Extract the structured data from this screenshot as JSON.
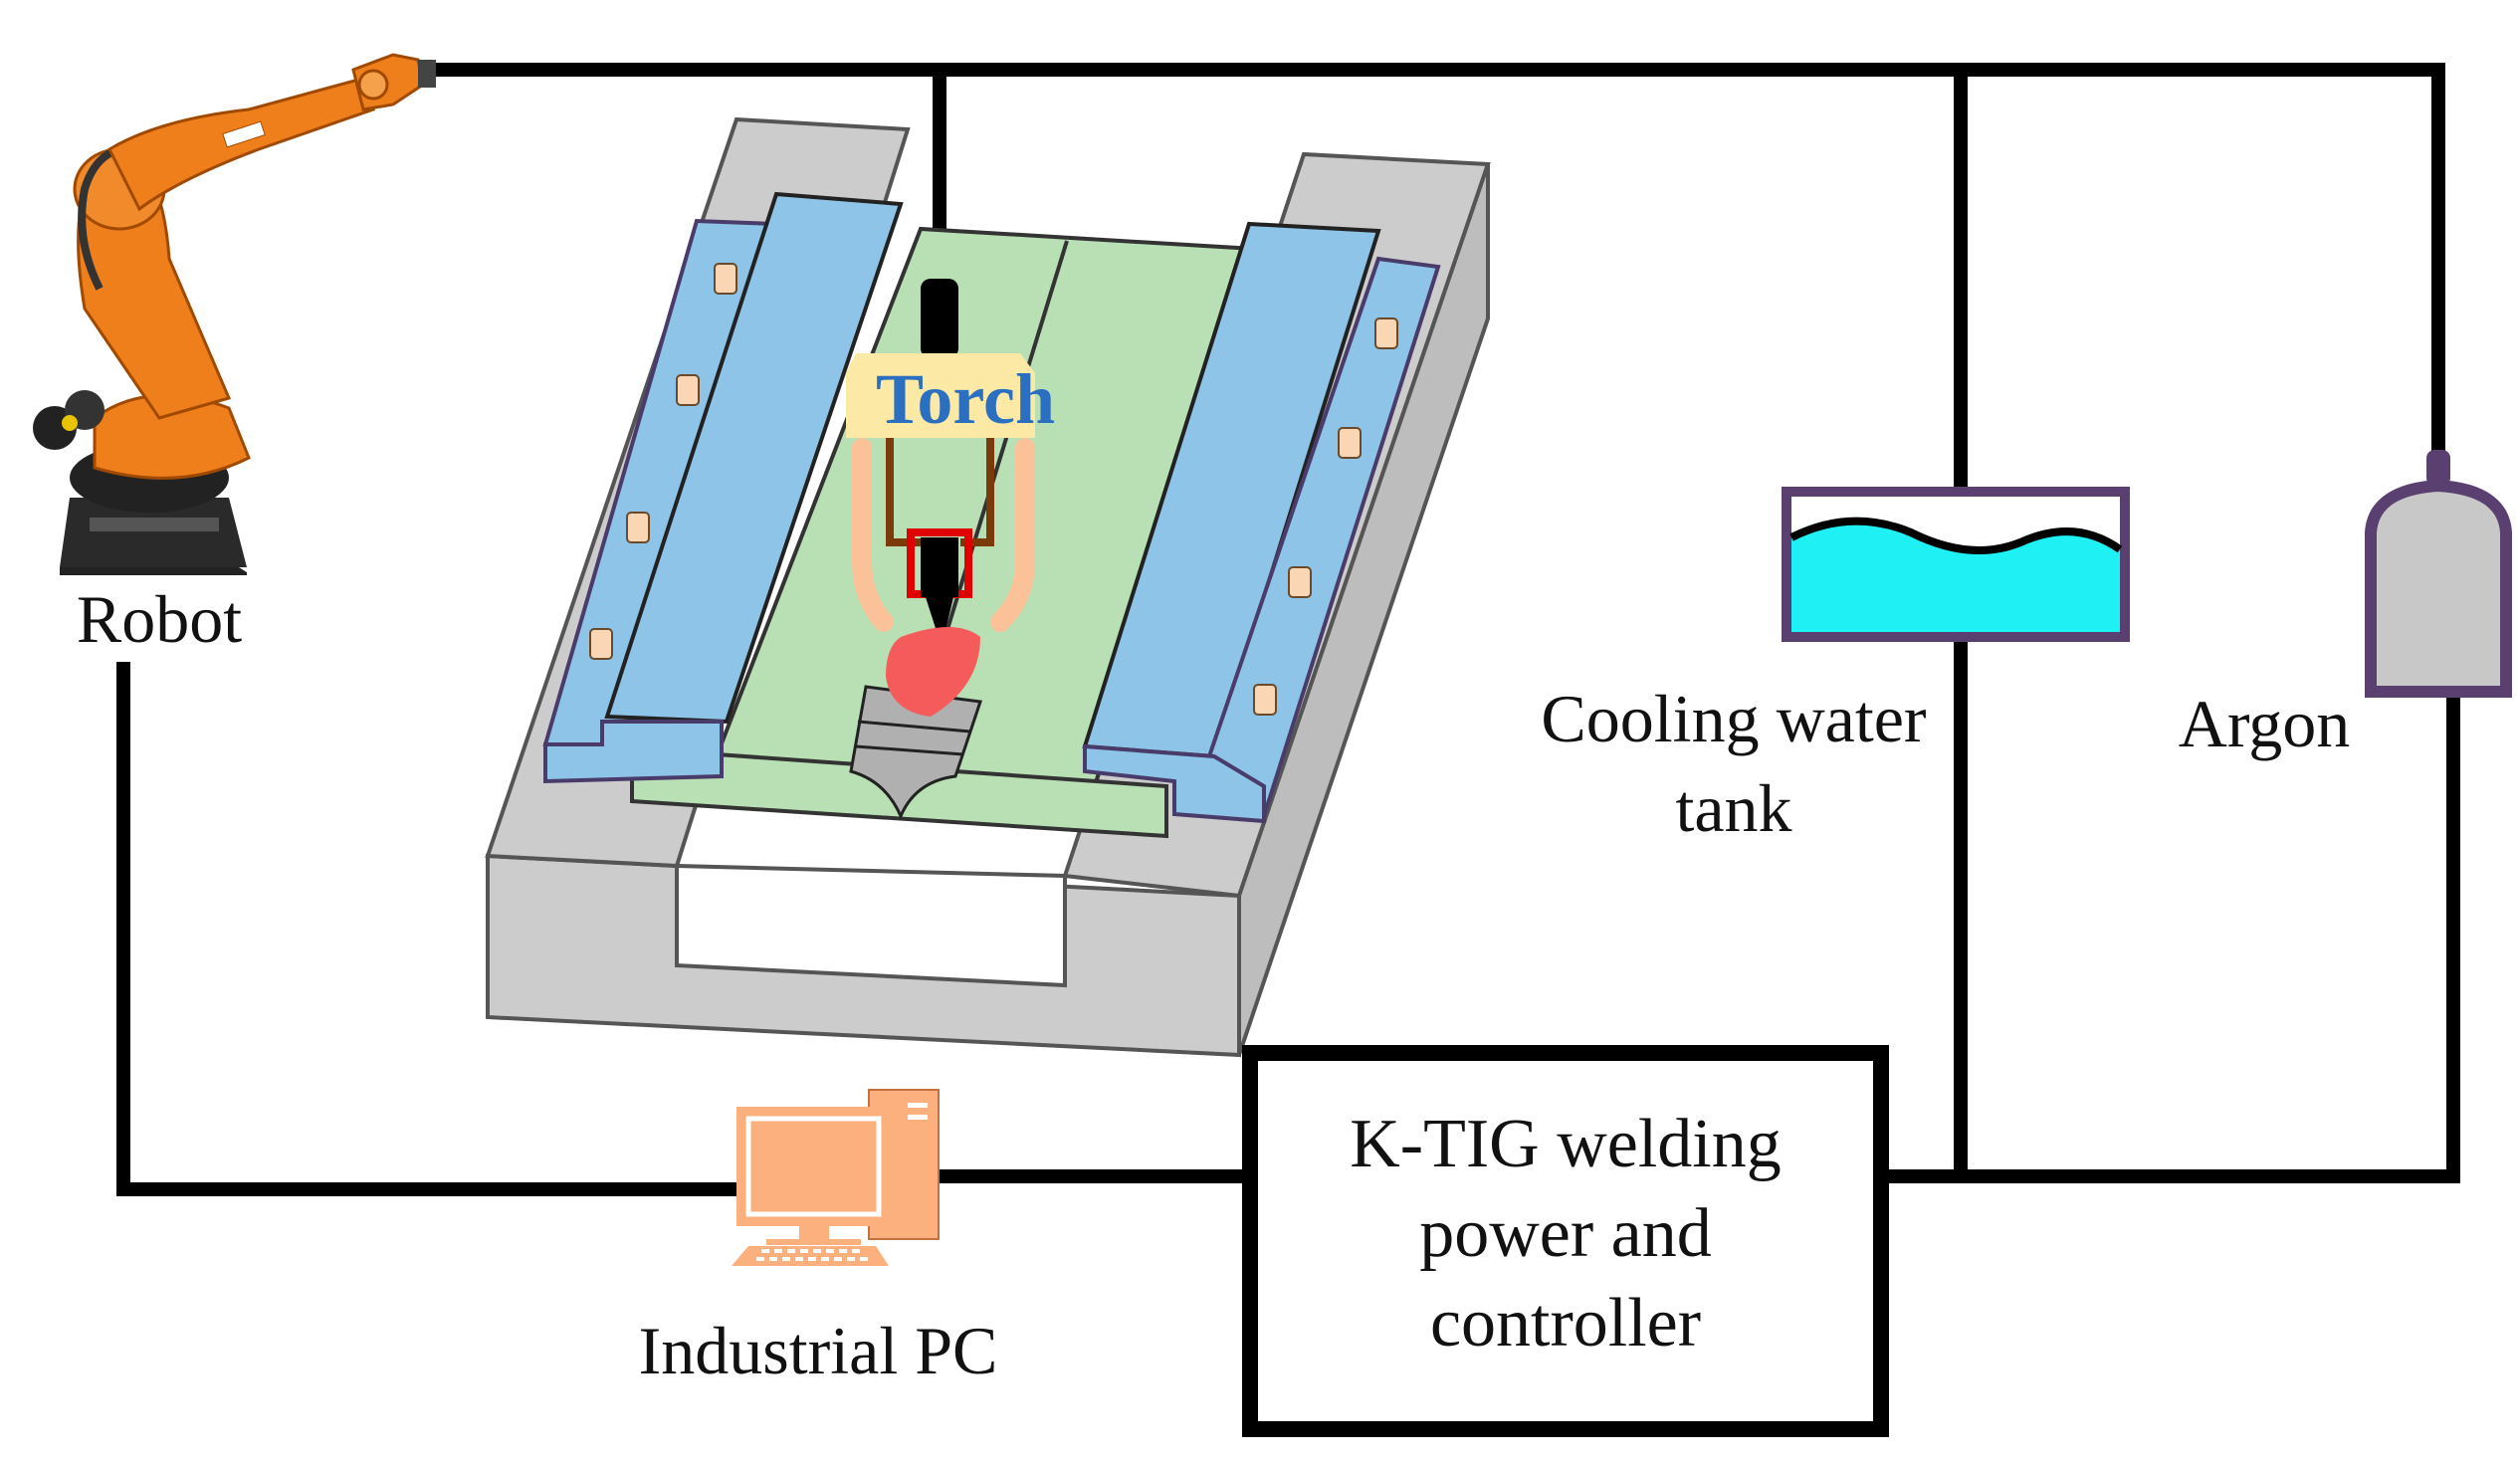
{
  "labels": {
    "robot": "Robot",
    "torch": "Torch",
    "cooling_line1": "Cooling water",
    "cooling_line2": "tank",
    "argon": "Argon",
    "industrial_pc": "Industrial PC",
    "controller_line1": "K-TIG welding",
    "controller_line2": "power and",
    "controller_line3": "controller"
  },
  "colors": {
    "wire": "#000000",
    "fixture_frame": "#cccccc",
    "fixture_clamp": "#8ec4e8",
    "workpiece": "#b9e0b4",
    "torch_box": "#fde9a6",
    "torch_text": "#2a6fc0",
    "weld_pool": "#f55b5b",
    "water": "#1ef0f4",
    "tank_frame": "#5a4070",
    "argon_cylinder": "#c8c8c8",
    "pc": "#fbb07e",
    "robot": "#ef7f1a"
  },
  "icons": {
    "robot": "industrial-robot-arm-icon",
    "pc": "desktop-computer-icon",
    "argon": "gas-cylinder-icon",
    "tank": "water-tank-icon"
  }
}
